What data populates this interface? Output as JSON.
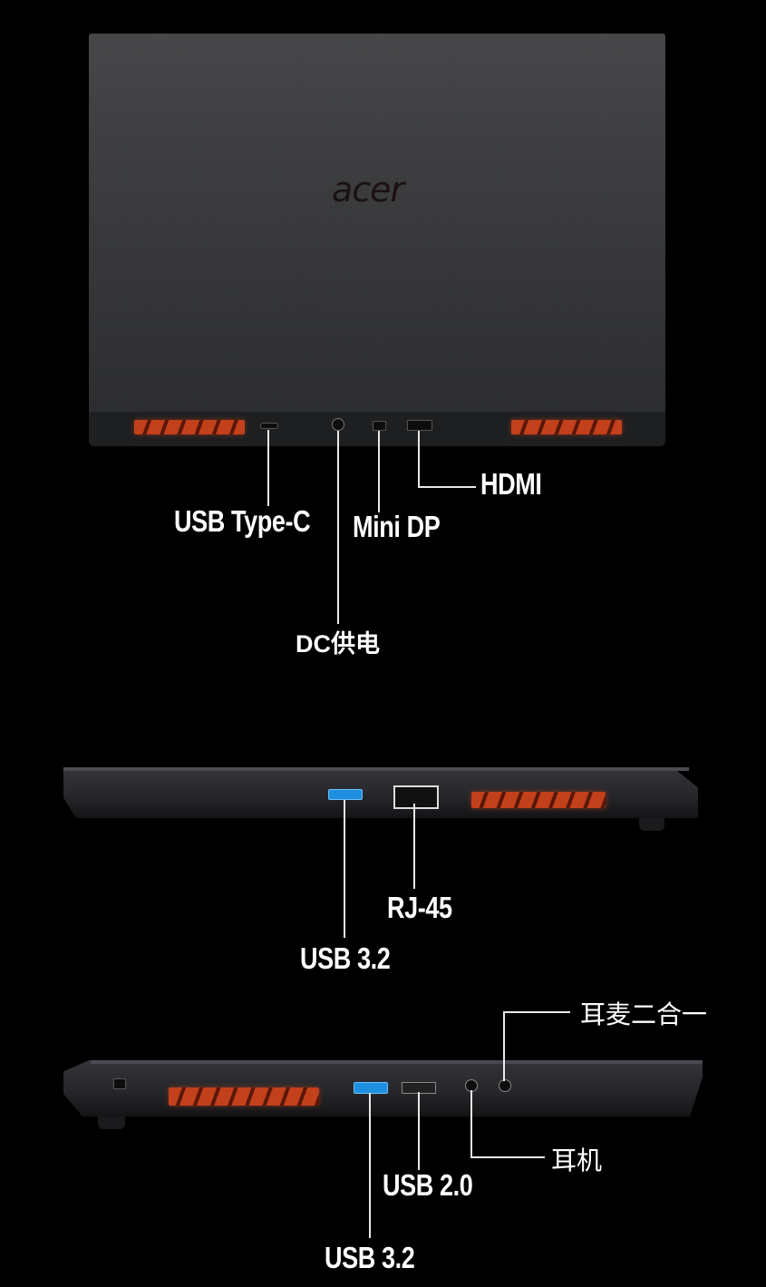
{
  "brand": {
    "logo_text": "acer"
  },
  "rear_view": {
    "labels": {
      "usb_type_c": "USB Type-C",
      "dc_power": "DC供电",
      "mini_dp": "Mini DP",
      "hdmi": "HDMI"
    }
  },
  "right_side_view": {
    "labels": {
      "rj45": "RJ-45",
      "usb32": "USB 3.2"
    }
  },
  "left_side_view": {
    "labels": {
      "combo_audio": "耳麦二合一",
      "headphone": "耳机",
      "usb20": "USB 2.0",
      "usb32": "USB 3.2"
    }
  },
  "colors": {
    "background": "#000000",
    "vent_accent": "#c2401c",
    "usb3_port": "#1f8fe0",
    "callout_line": "#e8e8e8"
  }
}
